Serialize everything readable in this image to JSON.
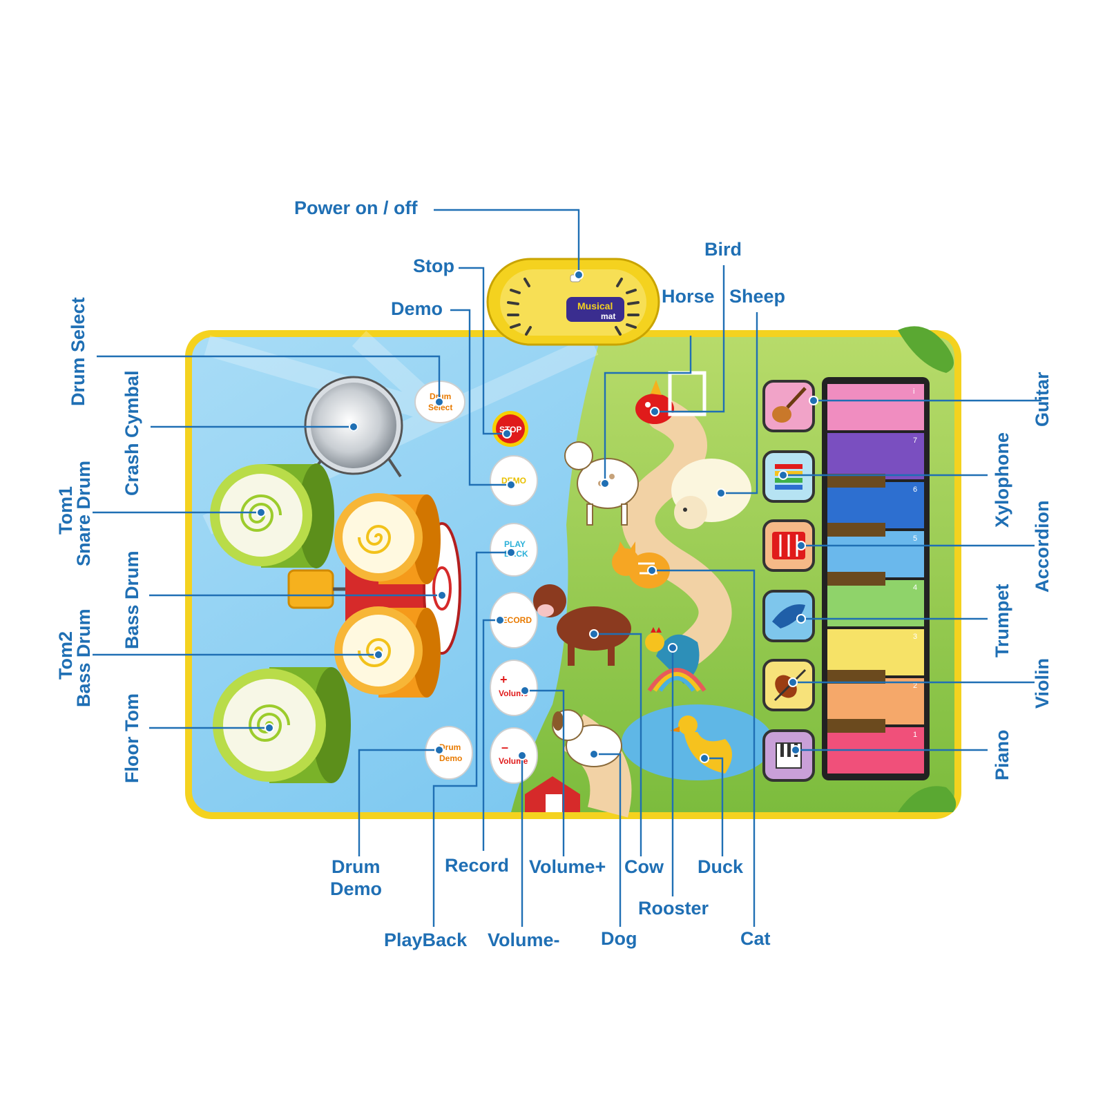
{
  "labels": {
    "power": "Power on / off",
    "stop": "Stop",
    "demo": "Demo",
    "bird": "Bird",
    "horse": "Horse",
    "sheep": "Sheep",
    "drum_select": "Drum Select",
    "crash_cymbal": "Crash Cymbal",
    "tom1": "Tom1",
    "snare_drum": "Snare Drum",
    "bass_drum": "Bass Drum",
    "tom2": "Tom2",
    "tom2_bass": "Bass Drum",
    "floor_tom": "Floor Tom",
    "guitar": "Guitar",
    "xylophone": "Xylophone",
    "accordion": "Accordion",
    "trumpet": "Trumpet",
    "violin": "Violin",
    "piano": "Piano",
    "drum_demo_1": "Drum",
    "drum_demo_2": "Demo",
    "record": "Record",
    "volume_plus": "Volume+",
    "cow": "Cow",
    "duck": "Duck",
    "rooster": "Rooster",
    "playback": "PlayBack",
    "volume_minus": "Volume-",
    "dog": "Dog",
    "cat": "Cat"
  },
  "mat_buttons": {
    "drum_select_1": "Drum",
    "drum_select_2": "Select",
    "stop": "STOP",
    "demo": "DEMO",
    "play_1": "PLAY",
    "play_2": "BACK",
    "record": "RECORD",
    "volume_up": "Volume",
    "volume_down": "Volume",
    "drum_demo_1": "Drum",
    "drum_demo_2": "Demo"
  },
  "speaker_logo": {
    "line1": "Musical",
    "line2": "mat"
  },
  "piano_keys": [
    "1",
    "2",
    "3",
    "4",
    "5",
    "6",
    "7",
    "i"
  ],
  "colors": {
    "label_blue": "#1f6fb4",
    "mat_border": "#f4d21f",
    "sky": "#8fd0f2",
    "grass": "#8bc34a"
  },
  "icons": {
    "guitar": "guitar-icon",
    "xylophone": "xylophone-icon",
    "accordion": "accordion-icon",
    "trumpet": "trumpet-icon",
    "violin": "violin-icon",
    "piano": "piano-icon"
  }
}
